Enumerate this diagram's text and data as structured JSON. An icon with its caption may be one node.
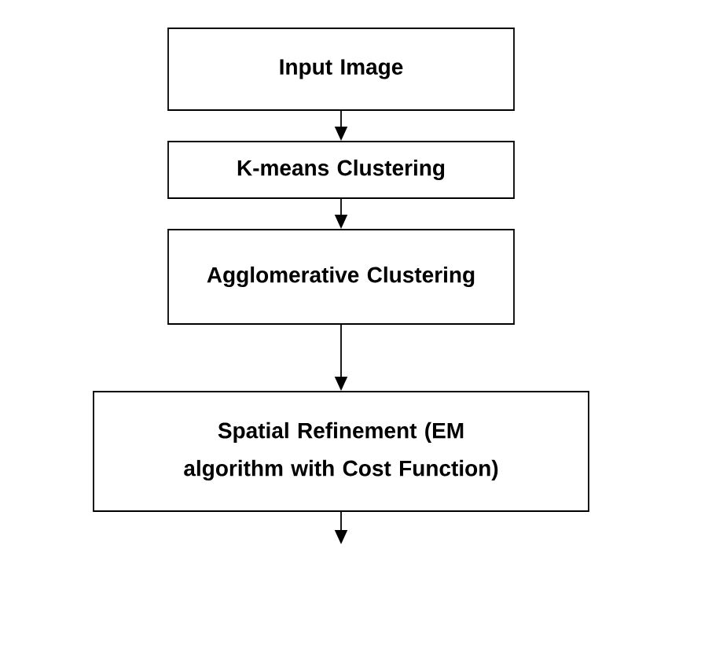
{
  "diagram": {
    "nodes": [
      {
        "text": [
          "Input Image"
        ]
      },
      {
        "text": [
          "K-means Clustering"
        ]
      },
      {
        "text": [
          "Agglomerative Clustering"
        ]
      },
      {
        "text": [
          "Spatial Refinement (EM algorithm with Cost Function)"
        ]
      }
    ],
    "edges": [
      {
        "from": 0,
        "to": 1,
        "arrow": "to"
      },
      {
        "from": 1,
        "to": 2,
        "arrow": "to"
      },
      {
        "from": 2,
        "to": 3,
        "arrow": "to"
      },
      {
        "from": 3,
        "to": null,
        "arrow": "to"
      }
    ]
  }
}
